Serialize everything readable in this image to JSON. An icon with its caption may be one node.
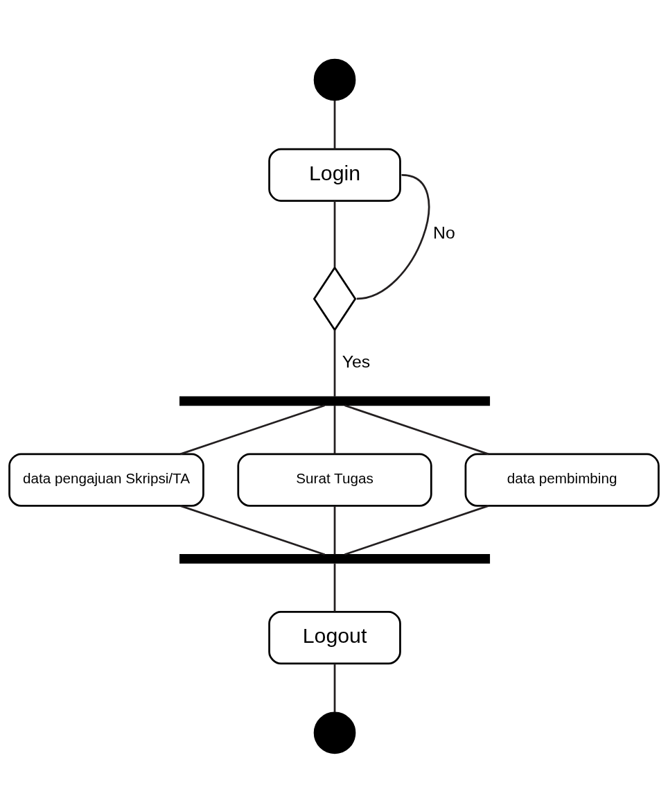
{
  "diagram": {
    "nodes": [
      {
        "text": [],
        "shape": "circle"
      },
      {
        "text": [
          "Login"
        ]
      },
      {
        "text": [],
        "shape": "diamond"
      },
      {
        "text": [],
        "shape": "bar"
      },
      {
        "text": [
          "data pengajuan Skripsi/TA"
        ]
      },
      {
        "text": [
          "Surat Tugas"
        ]
      },
      {
        "text": [
          "data pembimbing"
        ]
      },
      {
        "text": [],
        "shape": "bar"
      },
      {
        "text": [
          "Logout"
        ]
      },
      {
        "text": [],
        "shape": "circle"
      }
    ],
    "edges": [
      {
        "from": 0,
        "to": 1,
        "arrow": "none"
      },
      {
        "from": 1,
        "to": 2,
        "arrow": "none"
      },
      {
        "from": 2,
        "to": 1,
        "arrow": "none",
        "label": "No"
      },
      {
        "from": 2,
        "to": 3,
        "arrow": "none",
        "label": "Yes"
      },
      {
        "from": 3,
        "to": 4,
        "arrow": "none"
      },
      {
        "from": 3,
        "to": 5,
        "arrow": "none"
      },
      {
        "from": 3,
        "to": 6,
        "arrow": "none"
      },
      {
        "from": 4,
        "to": 7,
        "arrow": "none"
      },
      {
        "from": 5,
        "to": 7,
        "arrow": "none"
      },
      {
        "from": 6,
        "to": 7,
        "arrow": "none"
      },
      {
        "from": 7,
        "to": 8,
        "arrow": "none"
      },
      {
        "from": 8,
        "to": 9,
        "arrow": "none"
      }
    ]
  }
}
